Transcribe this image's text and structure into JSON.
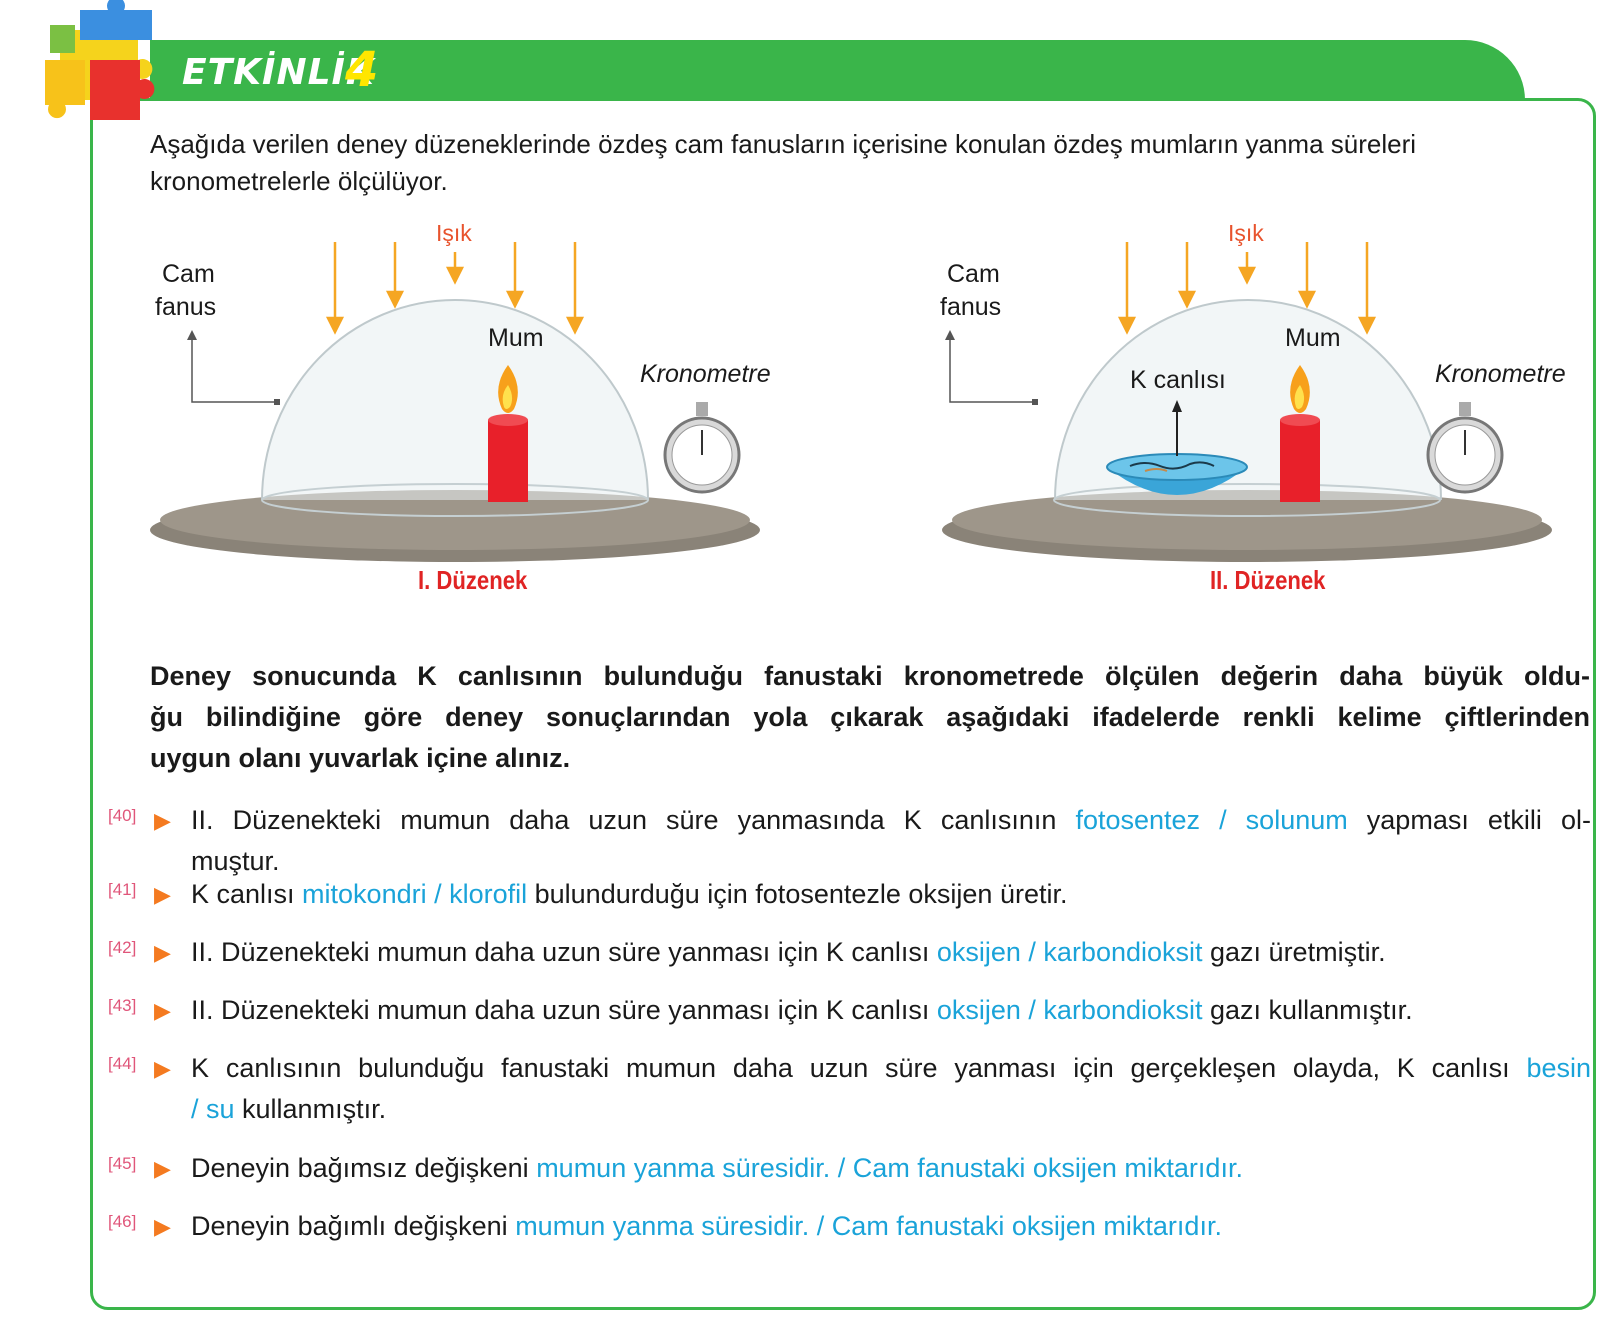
{
  "header": {
    "title": "ETKİNLİK",
    "number": "4"
  },
  "intro": "Aşağıda verilen deney düzeneklerinde özdeş cam fanusların içerisine konulan özdeş mumların yanma süreleri kronometrelerle ölçülüyor.",
  "setups": [
    {
      "title": "I. Düzenek",
      "light": "Işık",
      "dome_label_1": "Cam",
      "dome_label_2": "fanus",
      "candle": "Mum",
      "timer": "Kronometre"
    },
    {
      "title": "II. Düzenek",
      "light": "Işık",
      "dome_label_1": "Cam",
      "dome_label_2": "fanus",
      "candle": "Mum",
      "timer": "Kronometre",
      "organism": "K canlısı"
    }
  ],
  "instruction": {
    "line1": "Deney sonucunda K canlısının bulunduğu fanustaki kronometrede ölçülen değerin daha büyük oldu-",
    "line2": "ğu bilindiğine göre deney sonuçlarından yola çıkarak aşağıdaki ifadelerde renkli kelime çiftlerinden",
    "line3": "uygun olanı yuvarlak içine alınız."
  },
  "items": [
    {
      "num": "[40]",
      "pre": "II. Düzenekteki mumun daha uzun süre yanmasında K canlısının ",
      "choice": "fotosentez / solunum",
      "post": " yapması etkili ol-",
      "line2": "muştur."
    },
    {
      "num": "[41]",
      "pre": "K canlısı ",
      "choice": "mitokondri / klorofil",
      "post": " bulundurduğu için fotosentezle oksijen üretir."
    },
    {
      "num": "[42]",
      "pre": "II. Düzenekteki mumun daha uzun süre yanması için K canlısı ",
      "choice": "oksijen / karbondioksit",
      "post": " gazı üretmiştir."
    },
    {
      "num": "[43]",
      "pre": "II. Düzenekteki mumun daha uzun süre yanması için K canlısı ",
      "choice": "oksijen / karbondioksit",
      "post": " gazı kullanmıştır."
    },
    {
      "num": "[44]",
      "pre": "K canlısının bulunduğu fanustaki mumun daha uzun süre yanması için gerçekleşen olayda, K canlısı ",
      "choice": "besin",
      "choice2": "/ su",
      "post2": " kullanmıştır."
    },
    {
      "num": "[45]",
      "pre": "Deneyin bağımsız değişkeni ",
      "choice": "mumun yanma süresidir. / Cam fanustaki oksijen miktarıdır.",
      "post": ""
    },
    {
      "num": "[46]",
      "pre": "Deneyin bağımlı değişkeni ",
      "choice": "mumun yanma süresidir. / Cam fanustaki oksijen miktarıdır.",
      "post": ""
    }
  ]
}
